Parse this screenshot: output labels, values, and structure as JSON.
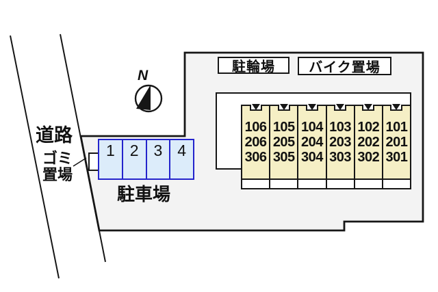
{
  "title": "site-plan",
  "labels": {
    "road": "道路",
    "garbage_line1": "ゴミ",
    "garbage_line2": "置場",
    "parking_lot": "駐車場",
    "bicycle_parking": "駐輪場",
    "motorcycle_parking": "バイク置場",
    "north": "N"
  },
  "parking": {
    "spaces": [
      "1",
      "2",
      "3",
      "4"
    ]
  },
  "building": {
    "units": [
      {
        "rooms": [
          "106",
          "206",
          "306"
        ]
      },
      {
        "rooms": [
          "105",
          "205",
          "305"
        ]
      },
      {
        "rooms": [
          "104",
          "204",
          "304"
        ]
      },
      {
        "rooms": [
          "103",
          "203",
          "303"
        ]
      },
      {
        "rooms": [
          "102",
          "202",
          "302"
        ]
      },
      {
        "rooms": [
          "101",
          "201",
          "301"
        ]
      }
    ]
  },
  "colors": {
    "site_fill": "#f3f3f3",
    "line": "#161616",
    "text": "#111111",
    "unit_fill": "#f5efc5",
    "parking_fill": "#dcecfa",
    "parking_border": "#2323cc"
  }
}
